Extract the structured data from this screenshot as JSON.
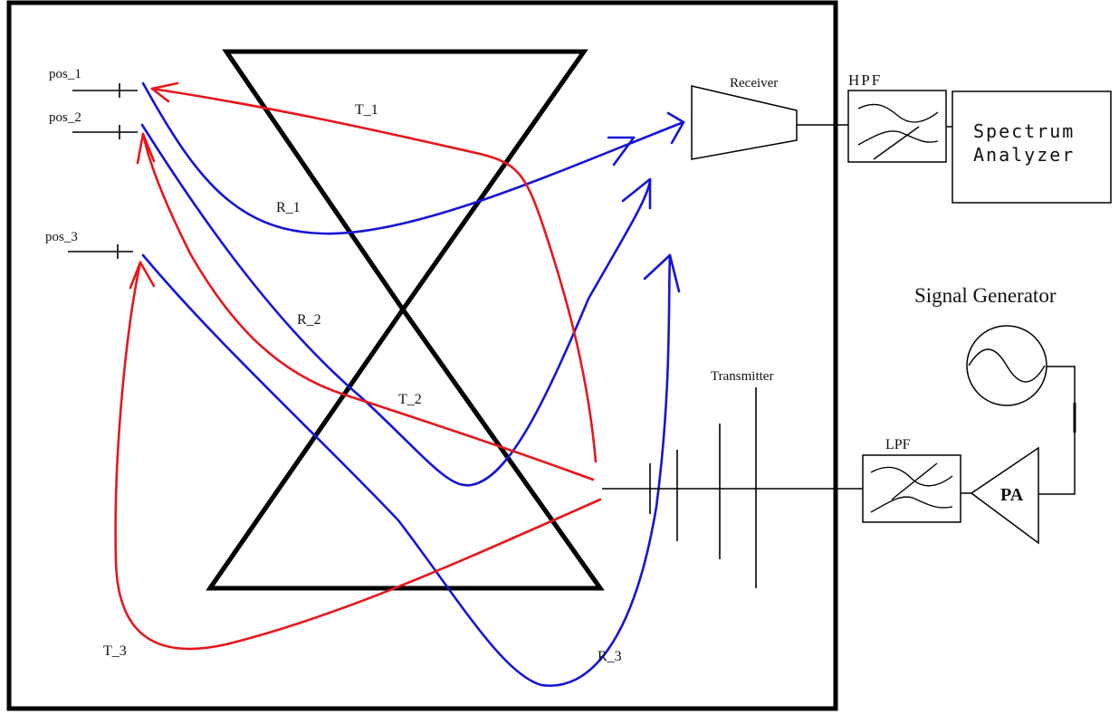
{
  "positions": [
    "pos_1",
    "pos_2",
    "pos_3"
  ],
  "paths": {
    "transmit": [
      "T_1",
      "T_2",
      "T_3"
    ],
    "receive": [
      "R_1",
      "R_2",
      "R_3"
    ]
  },
  "components": {
    "receiver": "Receiver",
    "hpf": "HPF",
    "spectrum_analyzer_line1": "Spectrum",
    "spectrum_analyzer_line2": "Analyzer",
    "signal_generator": "Signal Generator",
    "transmitter": "Transmitter",
    "lpf": "LPF",
    "pa": "PA"
  },
  "colors": {
    "transmit_path": "#e8161b",
    "receive_path": "#1515d8",
    "structure": "#000000"
  }
}
